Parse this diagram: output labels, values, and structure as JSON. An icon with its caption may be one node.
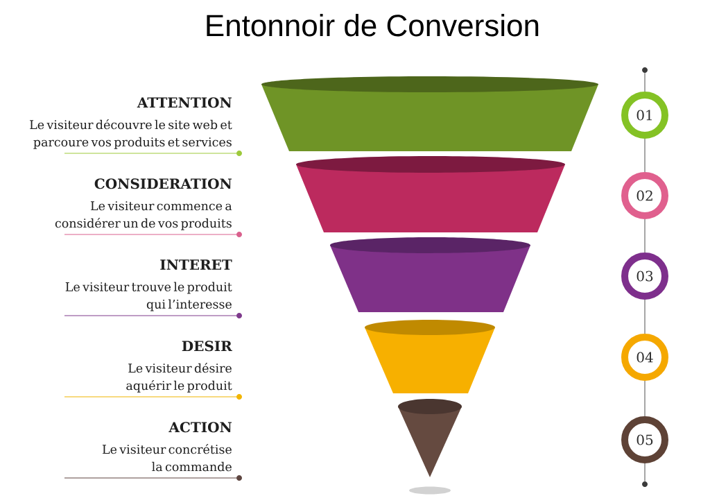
{
  "diagram": {
    "title": "Entonnoir de Conversion",
    "nodes": [
      {
        "text": [
          "ATTENTION",
          "Le visiteur découvre le site web et parcoure vos produits et services"
        ]
      },
      {
        "text": [
          "CONSIDERATION",
          "Le visiteur commence a considérer un de vos produits"
        ]
      },
      {
        "text": [
          "INTERET",
          "Le visiteur trouve le produit qui l’interesse"
        ]
      },
      {
        "text": [
          "DESIR",
          "Le visiteur désire aquérir le produit"
        ]
      },
      {
        "text": [
          "ACTION",
          "Le visiteur concrétise la commande"
        ]
      },
      {
        "text": [],
        "shape": "dot"
      },
      {
        "text": [
          "01"
        ]
      },
      {
        "text": [
          "02"
        ]
      },
      {
        "text": [
          "03"
        ]
      },
      {
        "text": [
          "04"
        ]
      },
      {
        "text": [
          "05"
        ]
      },
      {
        "text": [],
        "shape": "dot"
      }
    ],
    "edges": [
      {
        "from": 5,
        "to": 6,
        "arrow": "none"
      },
      {
        "from": 6,
        "to": 7,
        "arrow": "none"
      },
      {
        "from": 7,
        "to": 8,
        "arrow": "none"
      },
      {
        "from": 8,
        "to": 9,
        "arrow": "none"
      },
      {
        "from": 9,
        "to": 10,
        "arrow": "none"
      },
      {
        "from": 10,
        "to": 11,
        "arrow": "none"
      }
    ]
  }
}
